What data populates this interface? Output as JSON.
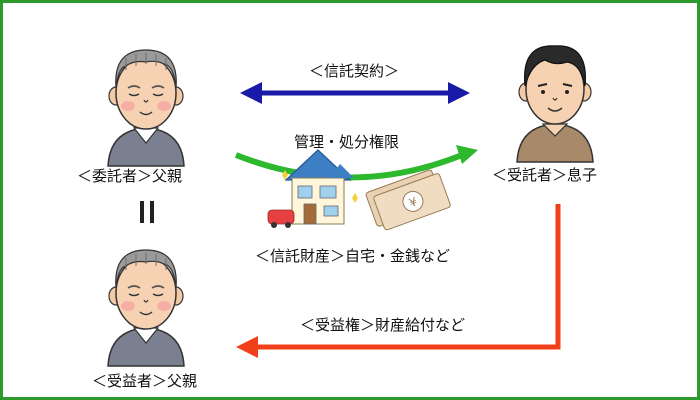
{
  "labels": {
    "trust_contract": "＜信託契約＞",
    "settlor": "＜委託者＞父親",
    "trustee": "＜受託者＞息子",
    "management": "管理・処分権限",
    "trust_property": "＜信託財産＞自宅・金銭など",
    "beneficial_right": "＜受益権＞財産給付など",
    "beneficiary": "＜受益者＞父親",
    "equals": "＝"
  },
  "colors": {
    "frame": "#2e9a2e",
    "contract_arrow": "#1a1aa8",
    "management_arrow": "#2db82d",
    "benefit_arrow": "#f0401a",
    "old_man_shirt": "#7a8090",
    "son_shirt": "#a8896a"
  },
  "icons": {
    "settlor": "old-man-icon",
    "beneficiary": "old-man-icon",
    "trustee": "middle-aged-man-icon",
    "house": "house-icon",
    "money": "banknotes-icon"
  }
}
